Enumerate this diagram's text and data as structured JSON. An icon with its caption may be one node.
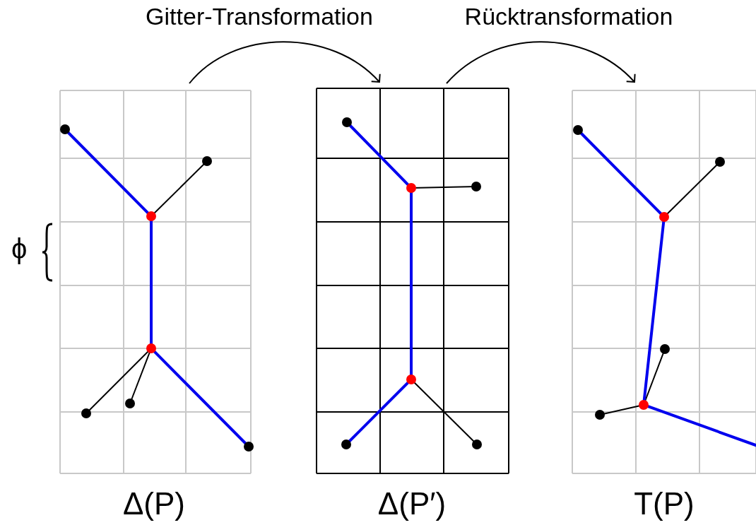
{
  "diagram": {
    "nodes": [
      {
        "text": [
          "Δ(P)"
        ]
      },
      {
        "text": [
          "Δ(P′)"
        ]
      },
      {
        "text": [
          "T(P)"
        ]
      }
    ],
    "edges": [
      {
        "from": 0,
        "to": 1,
        "arrow": "to",
        "label": "Gitter-Transformation"
      },
      {
        "from": 1,
        "to": 2,
        "arrow": "to",
        "label": "Rücktransformation"
      }
    ],
    "labels": [
      "ϕ"
    ]
  }
}
